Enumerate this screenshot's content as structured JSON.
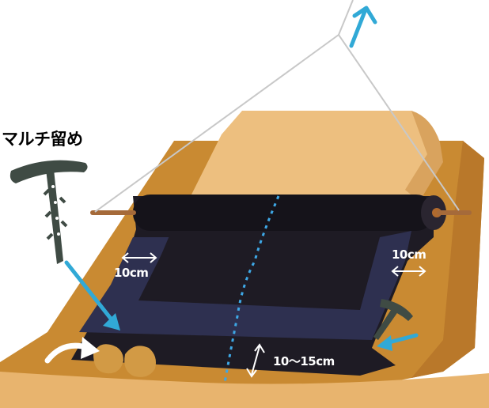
{
  "labels": {
    "mulch_pin": "マルチ留め",
    "margin_left": "10cm",
    "margin_right": "10cm",
    "trench_depth": "10〜15cm"
  },
  "colors": {
    "soil_dark": "#C98A32",
    "soil_light": "#E8B46E",
    "ridge_top": "#EDBF7F",
    "mulch_film": "#1E1B24",
    "mulch_inner": "#2E3050",
    "pin": "#3F4B44",
    "accent_arrow": "#31A9D6",
    "dotted_line": "#3EA8E6",
    "string": "#C8C8C8",
    "rock": "#D29A45"
  },
  "icons": {
    "pin": "mulch-pin-icon",
    "pull_arrow": "up-arrow-icon",
    "curved_arrow": "curved-arrow-icon"
  }
}
